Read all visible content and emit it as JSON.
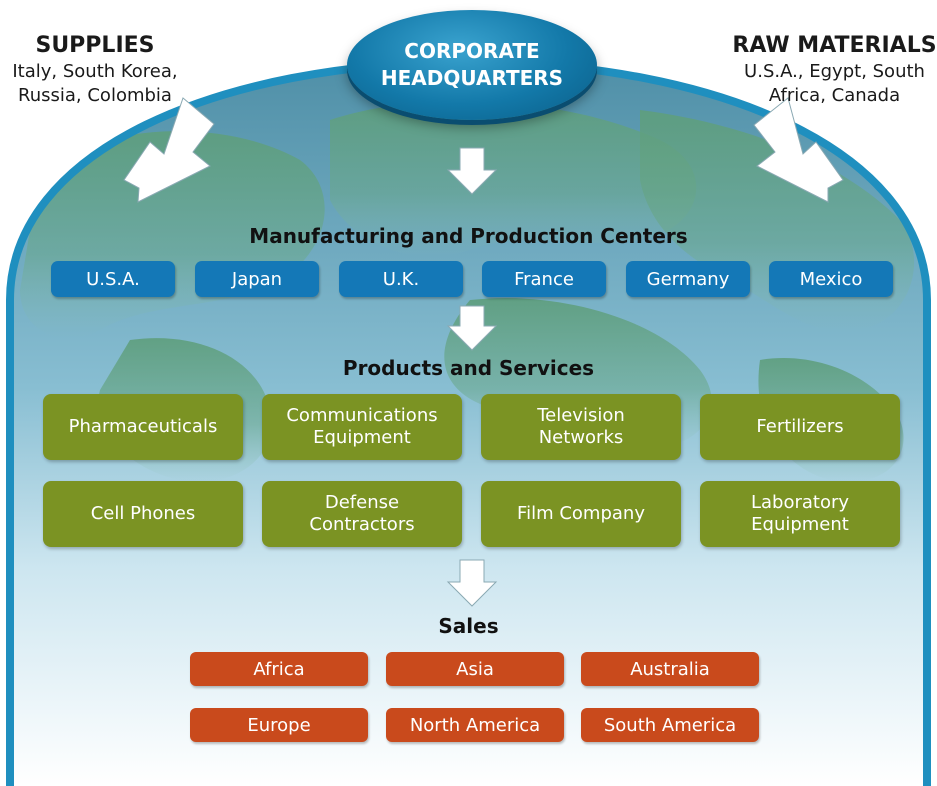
{
  "supplies": {
    "title": "SUPPLIES",
    "lines": [
      "Italy, South Korea,",
      "Russia, Colombia"
    ]
  },
  "raw_materials": {
    "title": "RAW MATERIALS",
    "lines": [
      "U.S.A., Egypt, South",
      "Africa, Canada"
    ]
  },
  "headquarters": {
    "lines": [
      "CORPORATE",
      "HEADQUARTERS"
    ]
  },
  "manufacturing": {
    "title": "Manufacturing and Production Centers",
    "items": [
      "U.S.A.",
      "Japan",
      "U.K.",
      "France",
      "Germany",
      "Mexico"
    ]
  },
  "products": {
    "title": "Products and Services",
    "items": [
      [
        "Pharmaceuticals"
      ],
      [
        "Communications",
        "Equipment"
      ],
      [
        "Television",
        "Networks"
      ],
      [
        "Fertilizers"
      ],
      [
        "Cell Phones"
      ],
      [
        "Defense",
        "Contractors"
      ],
      [
        "Film Company"
      ],
      [
        "Laboratory",
        "Equipment"
      ]
    ]
  },
  "sales": {
    "title": "Sales",
    "items": [
      "Africa",
      "Asia",
      "Australia",
      "Europe",
      "North America",
      "South America"
    ]
  },
  "colors": {
    "headquarters": "#1379a9",
    "manufacturing": "#1478b7",
    "products": "#7b9323",
    "sales": "#c94a1c",
    "globe_rim": "#1f8fbf",
    "land": "#5e9e7c"
  }
}
